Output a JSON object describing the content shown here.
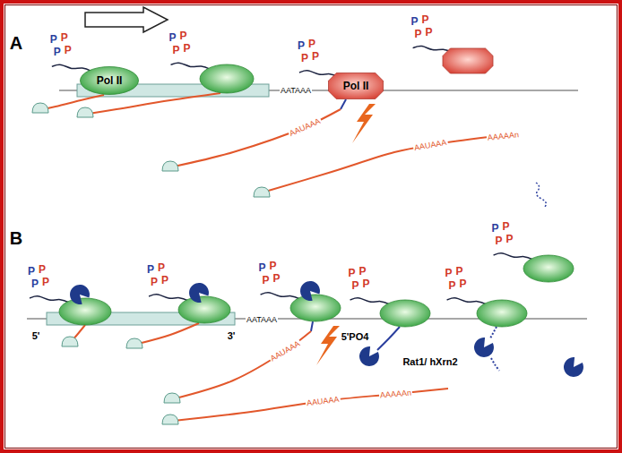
{
  "diagram": {
    "nodes": [
      {
        "text": [
          "Pol II"
        ]
      },
      {
        "text": [
          "Pol II"
        ]
      }
    ],
    "labels": [
      "A",
      "P",
      "P",
      "P",
      "P",
      "P",
      "P",
      "P",
      "P",
      "P",
      "P",
      "P",
      "P",
      "P",
      "P",
      "P",
      "P",
      "AATAAA",
      "AAUAAA",
      "AAUAAA",
      "AAAAAn",
      "B",
      "P",
      "P",
      "P",
      "P",
      "P",
      "P",
      "P",
      "P",
      "P",
      "P",
      "P",
      "P",
      "P",
      "P",
      "P",
      "P",
      "P",
      "P",
      "P",
      "P",
      "P",
      "P",
      "P",
      "P",
      "5'",
      "3'",
      "AATAAA",
      "AAUAAA",
      "AAUAAA",
      "AAAAAn",
      "5'PO4",
      "Rat1/ hXrn2"
    ]
  }
}
